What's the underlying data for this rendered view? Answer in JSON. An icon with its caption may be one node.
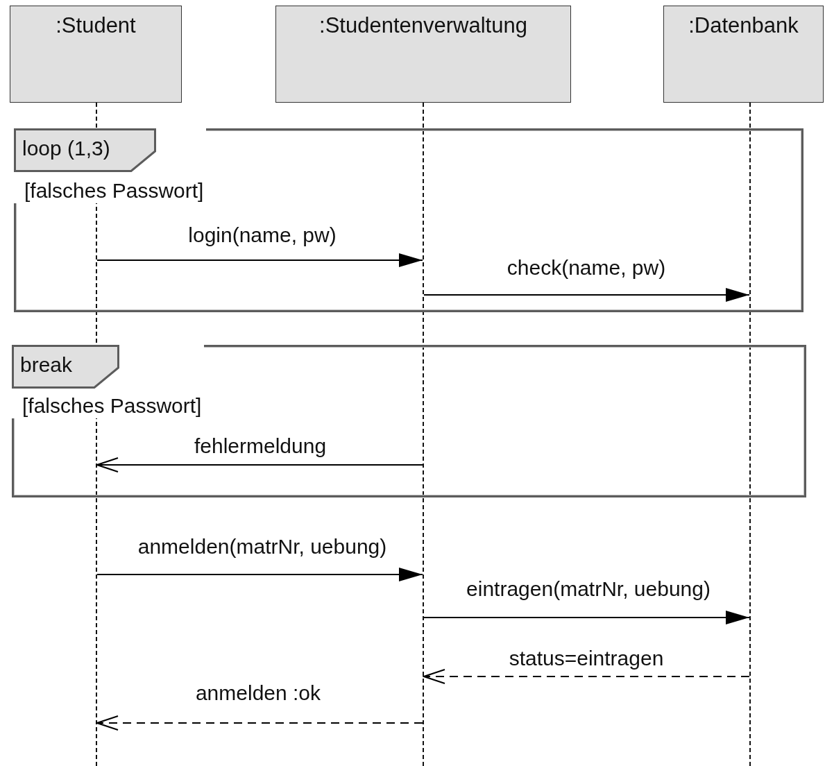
{
  "diagram": {
    "nodes": [
      {
        "text": [
          ":Student"
        ]
      },
      {
        "text": [
          ":Studentenverwaltung"
        ]
      },
      {
        "text": [
          ":Datenbank"
        ]
      },
      {
        "text": [],
        "shape": "bar"
      },
      {
        "text": [],
        "shape": "bar"
      },
      {
        "text": [],
        "shape": "bar"
      },
      {
        "text": [
          "loop (1,3)",
          "[falsches Passwort]"
        ]
      },
      {
        "text": [
          "break",
          "[falsches Passwort]"
        ]
      }
    ],
    "edges": [
      {
        "from": 3,
        "to": 4,
        "arrow": "to",
        "label": "login(name, pw)"
      },
      {
        "from": 4,
        "to": 5,
        "arrow": "to",
        "label": "check(name, pw)"
      },
      {
        "from": 4,
        "to": 3,
        "arrow": "to",
        "label": "fehlermeldung"
      },
      {
        "from": 3,
        "to": 4,
        "arrow": "to",
        "label": "anmelden(matrNr, uebung)"
      },
      {
        "from": 4,
        "to": 5,
        "arrow": "to",
        "label": "eintragen(matrNr, uebung)"
      },
      {
        "from": 5,
        "to": 4,
        "arrow": "to",
        "label": "status=eintragen",
        "style": "dashed"
      },
      {
        "from": 4,
        "to": 3,
        "arrow": "to",
        "label": "anmelden :ok",
        "style": "dashed"
      }
    ]
  }
}
